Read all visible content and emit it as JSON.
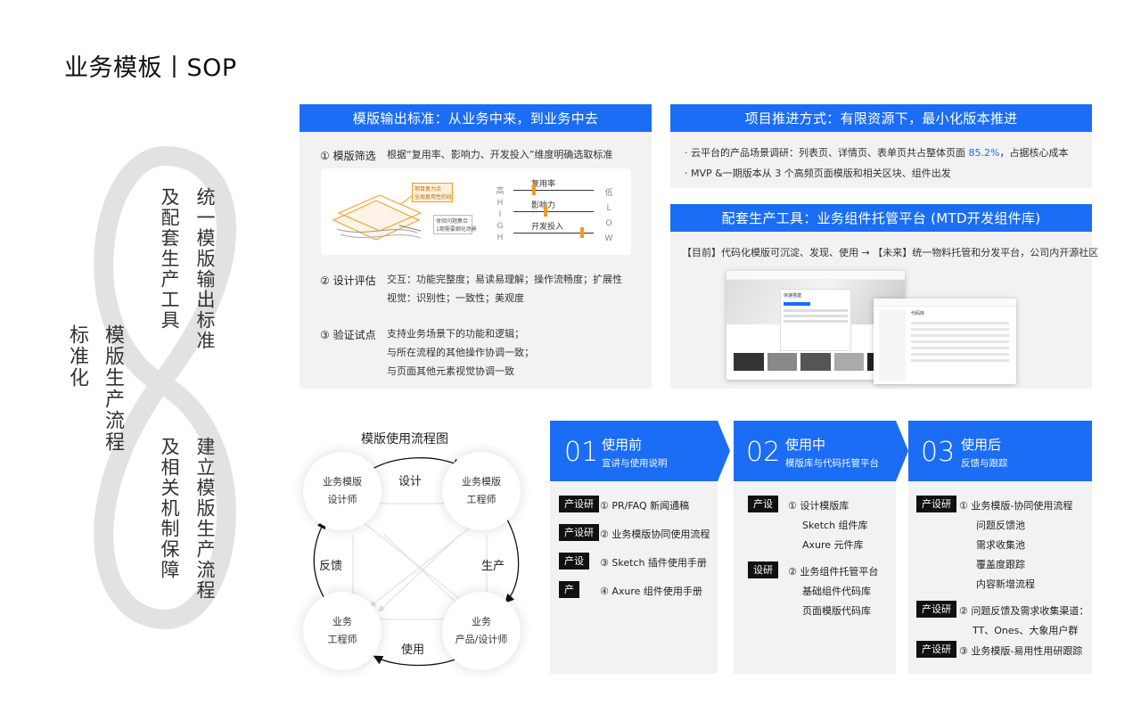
{
  "title": "业务模板丨SOP",
  "left": {
    "main_line1": "模版生产流程",
    "main_line2": "标准化",
    "top_line1": "统一模版输出标准",
    "top_line2": "及配套生产工具",
    "bottom_line1": "建立模版生产流程",
    "bottom_line2": "及相关机制保障"
  },
  "standards": {
    "header": "模版输出标准：从业务中来，到业务中去",
    "items": [
      {
        "label": "① 模版筛选",
        "lines": [
          "根据“复用率、影响力、开发投入”维度明确选取标准"
        ]
      },
      {
        "label": "② 设计评估",
        "lines": [
          "交互：功能完整度；易读易理解；操作流畅度；扩展性",
          "视觉：识别性；一致性；美观度"
        ]
      },
      {
        "label": "③ 验证试点",
        "lines": [
          "支持业务场景下的功能和逻辑；",
          "与所在流程的其他操作协调一致；",
          "与页面其他元素视觉协调一致"
        ]
      }
    ],
    "illustration": {
      "tag1_title": "项目复力点",
      "tag1_sub": "全局复用性的线",
      "tag2_title": "体验问题集合",
      "tag2_sub": "1期需要细化场景",
      "high_letters": [
        "高",
        "H",
        "I",
        "G",
        "H"
      ],
      "low_letters": [
        "低",
        "L",
        "O",
        "W"
      ],
      "sliders": [
        {
          "label": "复用率",
          "value": 0.25
        },
        {
          "label": "影响力",
          "value": 0.4
        },
        {
          "label": "开发投入",
          "value": 0.85
        }
      ],
      "accent": "#f29a1f"
    }
  },
  "project": {
    "header": "项目推进方式：有限资源下，最小化版本推进",
    "bullet1_pre": "· 云平台的产品场景调研：列表页、详情页、表单页共占整体页面 ",
    "bullet1_hl": "85.2%",
    "bullet1_post": "，占据核心成本",
    "bullet2": "· MVP &一期版本从 3 个高频页面模版和相关区块、组件出发"
  },
  "tools": {
    "header": "配套生产工具：业务组件托管平台 (MTD开发组件库)",
    "desc": "【目前】代码化模版可沉淀、发现、使用  →  【未来】统一物料托管和分发平台，公司内开源社区",
    "screenshot_heading": "快速搭建",
    "screenshot_heading2": "代码库"
  },
  "flow": {
    "title": "模版使用流程图",
    "nodes": [
      {
        "line1": "业务模版",
        "line2": "设计师"
      },
      {
        "line1": "业务模版",
        "line2": "工程师"
      },
      {
        "line1": "业务",
        "line2": "工程师"
      },
      {
        "line1": "业务",
        "line2": "产品/设计师"
      }
    ],
    "edges": {
      "top": "设计",
      "right": "生产",
      "bottom": "使用",
      "left": "反馈"
    }
  },
  "stages": [
    {
      "num": "01",
      "title": "使用前",
      "subtitle": "宣讲与使用说明",
      "steps": [
        {
          "tag": "产设研",
          "lines": [
            "① PR/FAQ 新闻通稿"
          ]
        },
        {
          "tag": "产设研",
          "lines": [
            "② 业务模版协同使用流程"
          ]
        },
        {
          "tag": "产设",
          "lines": [
            "③ Sketch 插件使用手册"
          ]
        },
        {
          "tag": "产",
          "lines": [
            "④ Axure 组件使用手册"
          ]
        }
      ]
    },
    {
      "num": "02",
      "title": "使用中",
      "subtitle": "模版库与代码托管平台",
      "steps": [
        {
          "tag": "产设",
          "lines": [
            "① 设计模版库",
            "Sketch 组件库",
            "Axure 元件库"
          ]
        },
        {
          "tag": "设研",
          "lines": [
            "② 业务组件托管平台",
            "基础组件代码库",
            "页面模版代码库"
          ]
        }
      ]
    },
    {
      "num": "03",
      "title": "使用后",
      "subtitle": "反馈与跟踪",
      "steps": [
        {
          "tag": "产设研",
          "lines": [
            "① 业务模版-协同使用流程",
            "问题反馈池",
            "需求收集池",
            "覆盖度跟踪",
            "内容新增流程"
          ]
        },
        {
          "tag": "产设研",
          "lines": [
            "② 问题反馈及需求收集渠道：",
            "TT、Ones、大象用户群"
          ]
        },
        {
          "tag": "产设研",
          "lines": [
            "③ 业务模版-易用性用研跟踪"
          ]
        }
      ]
    }
  ],
  "colors": {
    "brand": "#1b6df5",
    "panel": "#f2f2f2",
    "tag": "#111111"
  }
}
